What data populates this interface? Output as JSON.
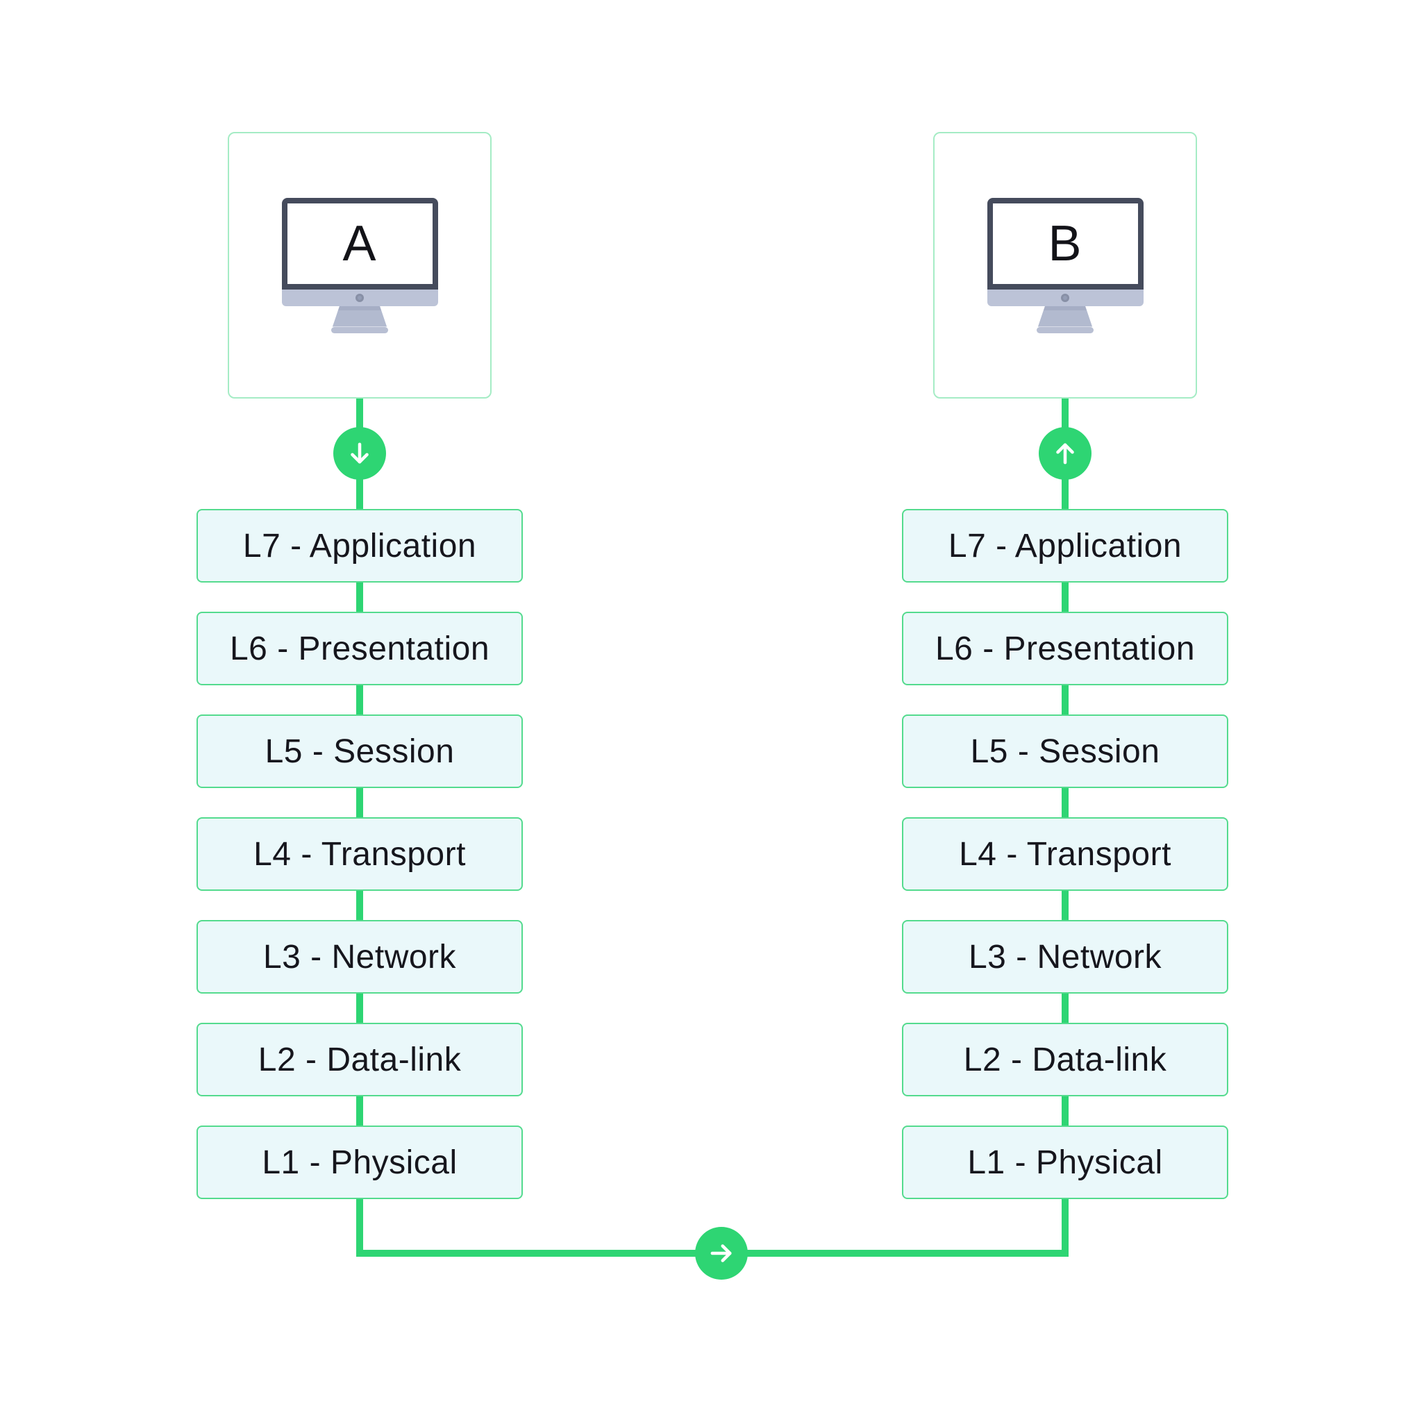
{
  "diagram": {
    "columns": {
      "left": {
        "node_label": "A",
        "arrow_direction": "down",
        "layers": [
          "L7 - Application",
          "L6 - Presentation",
          "L5 - Session",
          "L4 - Transport",
          "L3 - Network",
          "L2 - Data-link",
          "L1 - Physical"
        ]
      },
      "right": {
        "node_label": "B",
        "arrow_direction": "up",
        "layers": [
          "L7 - Application",
          "L6 - Presentation",
          "L5 - Session",
          "L4 - Transport",
          "L3 - Network",
          "L2 - Data-link",
          "L1 - Physical"
        ]
      }
    },
    "bottom_connector_arrow_direction": "right"
  },
  "colors": {
    "accent_green": "#2ED573",
    "layer_box_fill": "#EAF8FA",
    "layer_box_border": "#54DB8E",
    "node_box_border": "#A5ECC5",
    "text_color": "#16161D",
    "monitor_bezel": "#454B5C",
    "monitor_body": "#BCC3D7",
    "monitor_stand": "#B2BACF",
    "monitor_base": "#B8BFD3",
    "monitor_camera": "#949DB5"
  }
}
